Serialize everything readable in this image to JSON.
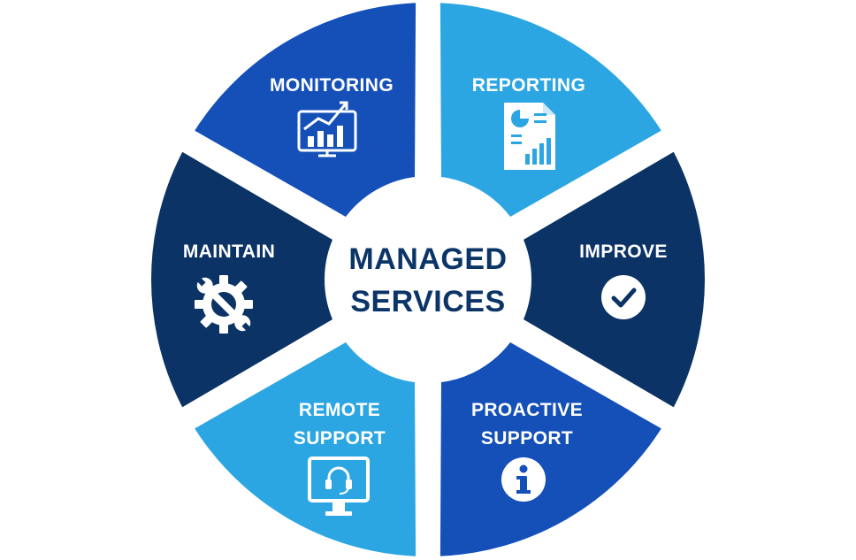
{
  "center": {
    "line1": "MANAGED",
    "line2": "SERVICES"
  },
  "colors": {
    "royal": "#1450b8",
    "sky": "#2ca6e3",
    "navy": "#0b3365",
    "center_text": "#0c3567",
    "white": "#ffffff"
  },
  "segments": [
    {
      "id": "monitoring",
      "lines": [
        "MONITORING"
      ],
      "color": "#1450b8",
      "icon": "chart-monitor-icon"
    },
    {
      "id": "reporting",
      "lines": [
        "REPORTING"
      ],
      "color": "#2ca6e3",
      "icon": "report-document-icon"
    },
    {
      "id": "improve",
      "lines": [
        "IMPROVE"
      ],
      "color": "#0b3365",
      "icon": "check-circle-icon"
    },
    {
      "id": "proactive-support",
      "lines": [
        "PROACTIVE",
        "SUPPORT"
      ],
      "color": "#1450b8",
      "icon": "info-circle-icon"
    },
    {
      "id": "remote-support",
      "lines": [
        "REMOTE",
        "SUPPORT"
      ],
      "color": "#2ca6e3",
      "icon": "headset-monitor-icon"
    },
    {
      "id": "maintain",
      "lines": [
        "MAINTAIN"
      ],
      "color": "#0b3365",
      "icon": "gear-wrench-icon"
    }
  ]
}
